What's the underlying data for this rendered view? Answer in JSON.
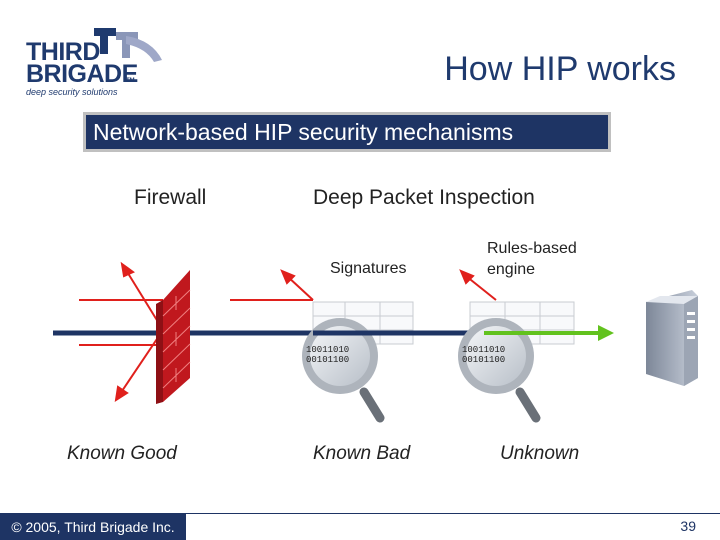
{
  "logo": {
    "line1": "THIRD",
    "line2": "BRIGADE",
    "trademark": "TM",
    "tagline": "deep security solutions"
  },
  "title": "How HIP works",
  "banner": "Network-based HIP security mechanisms",
  "columns": {
    "firewall": "Firewall",
    "dpi": "Deep Packet Inspection"
  },
  "labels": {
    "signatures": "Signatures",
    "rules_engine": [
      "Rules-based",
      "engine"
    ]
  },
  "magnifier_bits": [
    "10011010",
    "00101100"
  ],
  "captions": {
    "known_good": "Known Good",
    "known_bad": "Known Bad",
    "unknown": "Unknown"
  },
  "footer": {
    "copyright": "© 2005, Third Brigade Inc.",
    "page": "39"
  },
  "colors": {
    "navy": "#1e3464",
    "arrow_red": "#e0201c",
    "wall_red": "#d91f26",
    "pass_green": "#62c21e"
  }
}
